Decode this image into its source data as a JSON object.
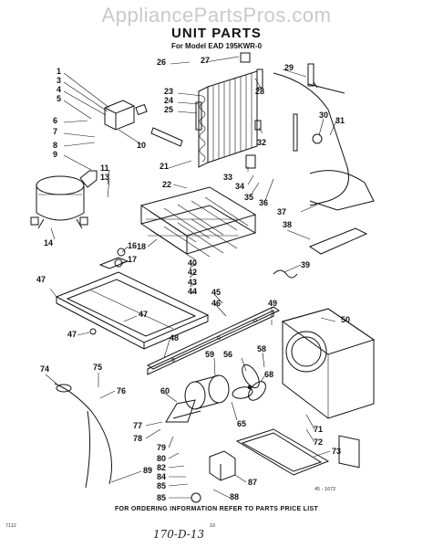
{
  "watermark": "AppliancePartsPros.com",
  "title": "UNIT PARTS",
  "model_line": "For Model EAD 195KWR-0",
  "footer": "FOR ORDERING INFORMATION REFER TO PARTS PRICE LIST",
  "code_right": "45 - 1672",
  "code_left": "7112",
  "page_number": "10",
  "handwritten": "170-D-13",
  "callouts": [
    "1",
    "3",
    "4",
    "5",
    "6",
    "7",
    "8",
    "9",
    "10",
    "11",
    "13",
    "14",
    "16",
    "17",
    "18",
    "21",
    "22",
    "23",
    "24",
    "25",
    "26",
    "27",
    "28",
    "29",
    "30",
    "31",
    "32",
    "33",
    "34",
    "35",
    "36",
    "37",
    "38",
    "39",
    "40",
    "42",
    "43",
    "44",
    "45",
    "46",
    "47",
    "47",
    "47",
    "48",
    "49",
    "50",
    "56",
    "58",
    "59",
    "60",
    "65",
    "68",
    "71",
    "72",
    "73",
    "74",
    "75",
    "76",
    "77",
    "78",
    "79",
    "80",
    "82",
    "84",
    "85",
    "85",
    "87",
    "88",
    "89"
  ]
}
